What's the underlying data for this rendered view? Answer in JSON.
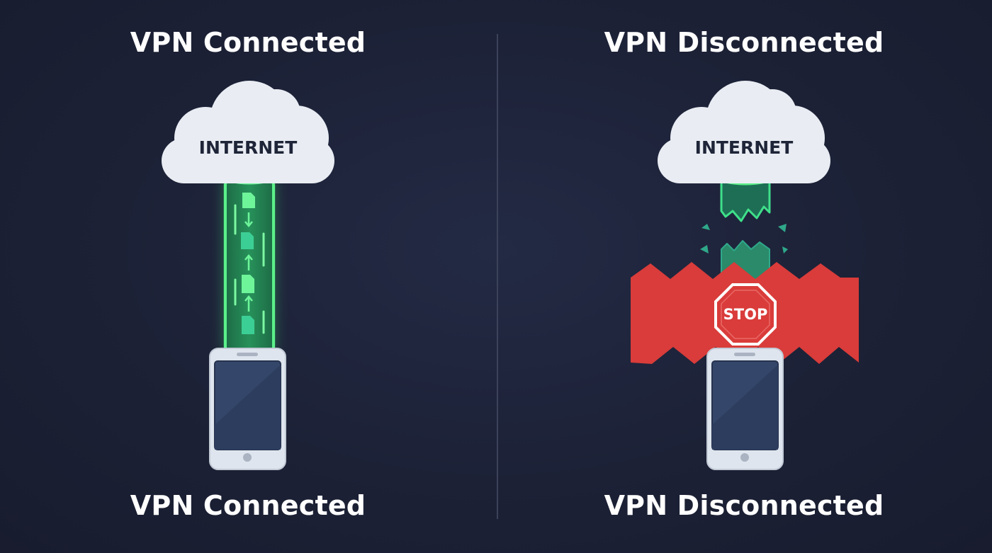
{
  "panels": {
    "connected": {
      "title": "VPN Connected",
      "caption": "VPN Connected",
      "cloud_label": "INTERNET",
      "tunnel_color": "#3ddc6a"
    },
    "disconnected": {
      "title": "VPN Disconnected",
      "caption": "VPN Disconnected",
      "cloud_label": "INTERNET",
      "blocker_label": "STOP",
      "blocker_color": "#d93c3a"
    }
  },
  "colors": {
    "background": "#1c2136",
    "cloud": "#e9edf3",
    "phone_screen": "#34476b",
    "phone_body": "#dfe5ee"
  },
  "icons": [
    "cloud-icon",
    "phone-icon",
    "stop-sign-icon",
    "data-packet-icon",
    "arrow-icon"
  ]
}
